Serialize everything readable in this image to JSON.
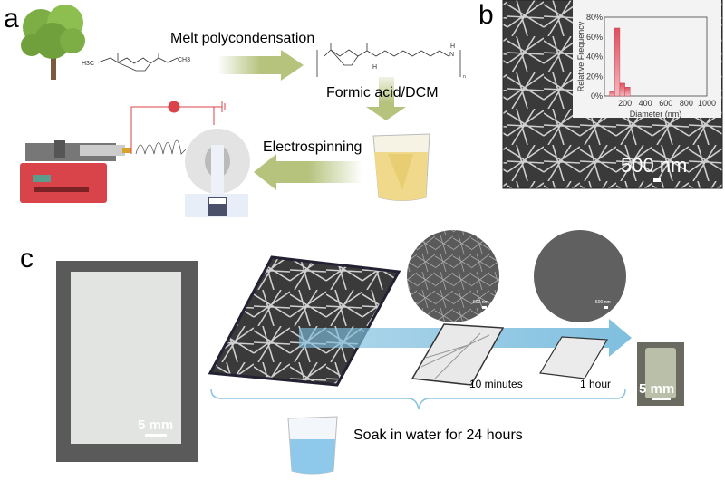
{
  "panels": {
    "a": {
      "label": "a",
      "monomer": {
        "left_group": "H3C",
        "right_group": "CH3"
      },
      "step1": "Melt polycondensation",
      "polymer": {
        "n": "n",
        "nh": "H",
        "nh2": "N",
        "h": "H"
      },
      "step2": "Formic acid/DCM",
      "step3": "Electrospinning"
    },
    "b": {
      "label": "b",
      "scale_bar": "500 nm"
    },
    "c": {
      "label": "c",
      "photo_scale_bar": "5 mm",
      "sem_scale_1": "500 nm",
      "sem_scale_2": "500 nm",
      "time_1": "10 minutes",
      "time_2": "1 hour",
      "final_scale_bar": "5 mm",
      "caption": "Soak in water for 24 hours"
    }
  },
  "colors": {
    "arrow_green": "#b5c37d",
    "arrow_blue": "#7fbfdf",
    "bar_red": "#e0505f",
    "pump_red": "#d9434a"
  },
  "chart_data": {
    "type": "bar",
    "xlabel": "Diameter (nm)",
    "ylabel": "Relative Frequency",
    "xlim": [
      0,
      1000
    ],
    "ylim": [
      0,
      80
    ],
    "xticks": [
      "200",
      "400",
      "600",
      "800",
      "1000"
    ],
    "yticks": [
      "0%",
      "20%",
      "40%",
      "60%",
      "80%"
    ],
    "bins": [
      [
        50,
        100
      ],
      [
        100,
        150
      ],
      [
        150,
        200
      ],
      [
        200,
        250
      ]
    ],
    "values": [
      5,
      69,
      13,
      9
    ]
  }
}
